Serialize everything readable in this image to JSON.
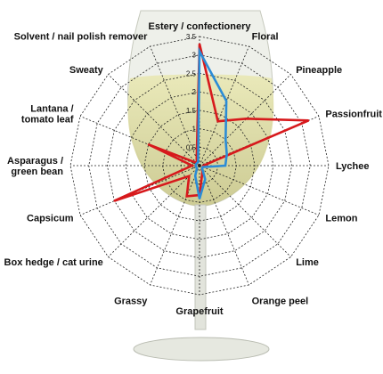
{
  "chart_data": {
    "type": "radar",
    "title": "",
    "axes": [
      "Estery / confectionery",
      "Floral",
      "Pineapple",
      "Passionfruit",
      "Lychee",
      "Lemon",
      "Lime",
      "Orange peel",
      "Grapefruit",
      "Grassy",
      "Box hedge / cat urine",
      "Capsicum",
      "Asparagus /\ngreen bean",
      "Lantana /\ntomato leaf",
      "Sweaty",
      "Solvent / nail polish remover"
    ],
    "ticks": [
      "0",
      "0.5",
      "1",
      "1.5",
      "2",
      "2.5",
      "3",
      "3.5"
    ],
    "range": [
      0,
      3.5
    ],
    "grid": "dashed",
    "series": [
      {
        "color": "#d7191c",
        "values": [
          3.3,
          1.3,
          1.8,
          3.2,
          0.1,
          0.1,
          0.1,
          0.2,
          0.8,
          0.9,
          0.4,
          2.5,
          0.2,
          1.5,
          0.1,
          0.2
        ]
      },
      {
        "color": "#2b8cd6",
        "values": [
          3.1,
          1.9,
          1.0,
          0.8,
          0.7,
          0.1,
          0.1,
          0.4,
          0.9,
          0.3,
          0.1,
          0.1,
          0.1,
          0.1,
          0.1,
          0.1
        ]
      }
    ]
  }
}
